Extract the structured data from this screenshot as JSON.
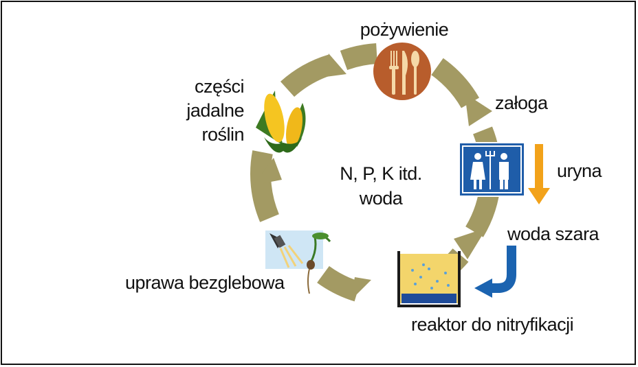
{
  "labels": {
    "food": "pożywienie",
    "crew": "załoga",
    "urine": "uryna",
    "grey_water": "woda szara",
    "reactor": "reaktor do nitryfikacji",
    "hydroponics": "uprawa bezglebowa",
    "edible_parts": [
      "części",
      "jadalne",
      "roślin"
    ],
    "center": [
      "N, P, K itd.",
      "woda"
    ]
  },
  "colors": {
    "cycle_arrow": "#a39a63",
    "food_circle": "#b85d2c",
    "crew_sign": "#1f5da9",
    "urine_arrow": "#f2a21a",
    "grey_water_arrow": "#1b63b0",
    "reactor_fill": "#f3d56b"
  },
  "icons": [
    "cutlery-icon",
    "corn-icon",
    "crew-sign-icon",
    "reactor-icon",
    "hydroponics-icon",
    "urine-arrow-icon",
    "grey-water-arrow-icon"
  ]
}
